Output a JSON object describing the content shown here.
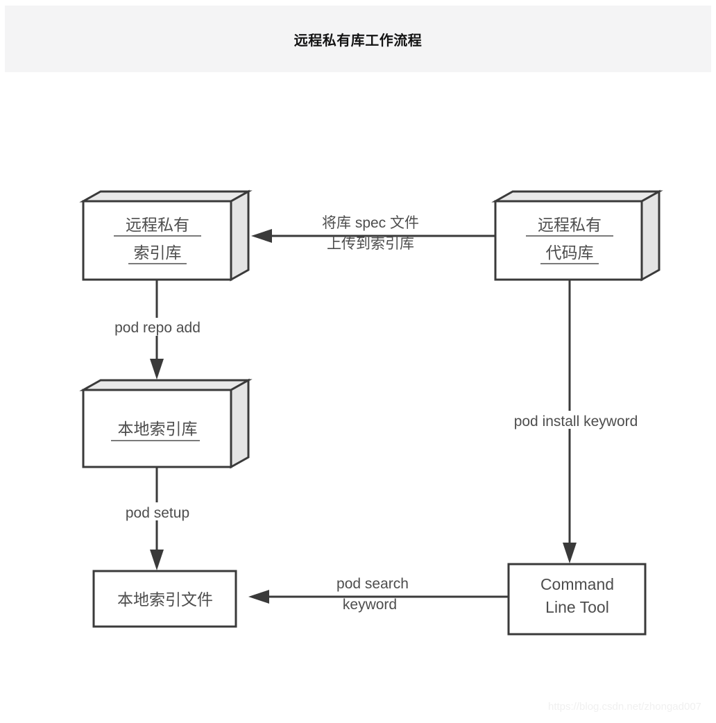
{
  "header": {
    "title": "远程私有库工作流程"
  },
  "diagram": {
    "type": "flowchart",
    "nodes": [
      {
        "id": "remote-spec-repo",
        "shape": "cube",
        "lines": [
          "远程私有",
          "索引库"
        ],
        "underline": true
      },
      {
        "id": "remote-code-repo",
        "shape": "cube",
        "lines": [
          "远程私有",
          "代码库"
        ],
        "underline": true
      },
      {
        "id": "local-spec-repo",
        "shape": "cube",
        "lines": [
          "本地索引库"
        ],
        "underline": true
      },
      {
        "id": "local-spec-file",
        "shape": "rect",
        "lines": [
          "本地索引文件"
        ],
        "underline": false
      },
      {
        "id": "command-line-tool",
        "shape": "rect",
        "lines": [
          "Command",
          "Line Tool"
        ],
        "underline": false
      }
    ],
    "edges": [
      {
        "id": "upload-spec",
        "from": "remote-code-repo",
        "to": "remote-spec-repo",
        "direction": "left",
        "lines": [
          "将库 spec 文件",
          "上传到索引库"
        ]
      },
      {
        "id": "pod-repo-add",
        "from": "remote-spec-repo",
        "to": "local-spec-repo",
        "direction": "down",
        "lines": [
          "pod repo add"
        ]
      },
      {
        "id": "pod-setup",
        "from": "local-spec-repo",
        "to": "local-spec-file",
        "direction": "down",
        "lines": [
          "pod setup"
        ]
      },
      {
        "id": "pod-install-keyword",
        "from": "remote-code-repo",
        "to": "command-line-tool",
        "direction": "down",
        "lines": [
          "pod install keyword"
        ]
      },
      {
        "id": "pod-search-keyword",
        "from": "command-line-tool",
        "to": "local-spec-file",
        "direction": "left",
        "lines": [
          "pod search",
          "keyword"
        ]
      }
    ]
  },
  "watermark": {
    "text": "https://blog.csdn.net/zhongad007"
  },
  "colors": {
    "header_background": "#f4f4f5",
    "title": "#131313",
    "stroke": "#3a3a3a",
    "node_fill": "#ffffff",
    "cube_top_fill": "#e9e9e9",
    "text": "#4d4d4d",
    "watermark": "#f0f0f0"
  }
}
